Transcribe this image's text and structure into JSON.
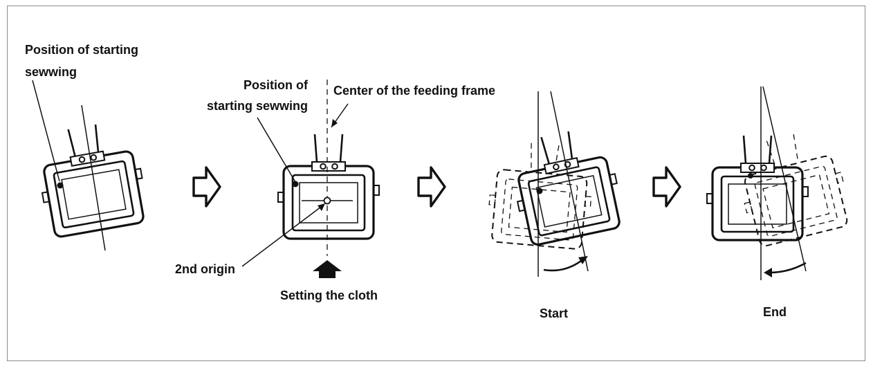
{
  "labels": {
    "start_position_1": "Position of starting\nsewwing",
    "start_position_2": "Position of\nstarting sewwing",
    "center_frame": "Center of the feeding frame",
    "second_origin": "2nd origin",
    "setting_cloth": "Setting the cloth",
    "start": "Start",
    "end": "End"
  },
  "icons": {
    "step_arrow": "hollow-right-arrow",
    "cloth_arrow": "solid-up-arrow",
    "rotation_arrow": "curved-arrow"
  },
  "colors": {
    "ink": "#111111",
    "border": "#8a8a8a",
    "background": "#ffffff"
  }
}
